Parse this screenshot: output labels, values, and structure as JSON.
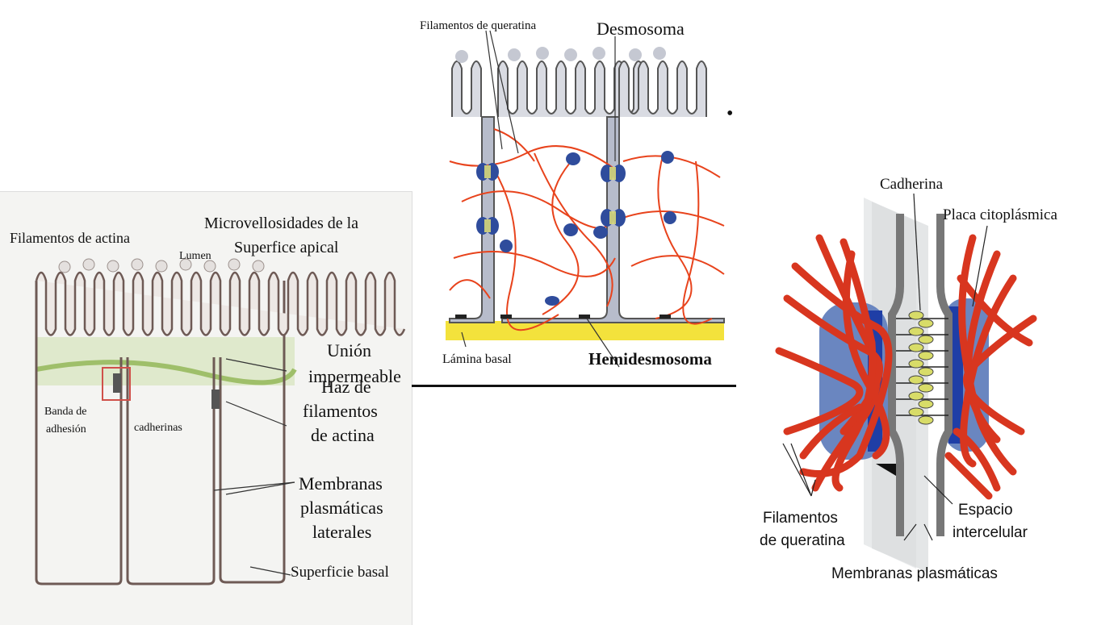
{
  "left": {
    "labels": {
      "actin_filaments": "Filamentos de actina",
      "microvilli": "Microvellosidades de la",
      "apical_surface": "Superfice apical",
      "lumen": "Lumen",
      "tight_junction_1": "Unión",
      "tight_junction_2": "impermeable",
      "adhesion_band_1": "Banda de",
      "adhesion_band_2": "adhesión",
      "cadherins": "cadherinas",
      "bundle_1": "Haz de",
      "bundle_2": "filamentos",
      "bundle_3": "de actina",
      "membranes_1": "Membranas",
      "membranes_2": "plasmáticas",
      "membranes_3": "laterales",
      "basal_surface": "Superficie basal"
    }
  },
  "center": {
    "labels": {
      "keratin_filaments": "Filamentos de queratina",
      "desmosome": "Desmosoma",
      "basal_lamina": "Lámina basal",
      "hemidesmosome": "Hemidesmosoma"
    }
  },
  "right": {
    "labels": {
      "cadherin": "Cadherina",
      "cytoplasmic_plaque": "Placa citoplásmica",
      "keratin_1": "Filamentos",
      "keratin_2": "de queratina",
      "intercellular_1": "Espacio",
      "intercellular_2": "intercelular",
      "plasma_membranes": "Membranas plasmáticas"
    }
  },
  "colors": {
    "keratin": "#e8431c",
    "membrane": "#8e8e9a",
    "desmosome_blue": "#2f4c9c",
    "basal_yellow": "#f3e23c",
    "cadherin_yellow": "#d8dc68",
    "actin_green": "#b6cf8a"
  }
}
